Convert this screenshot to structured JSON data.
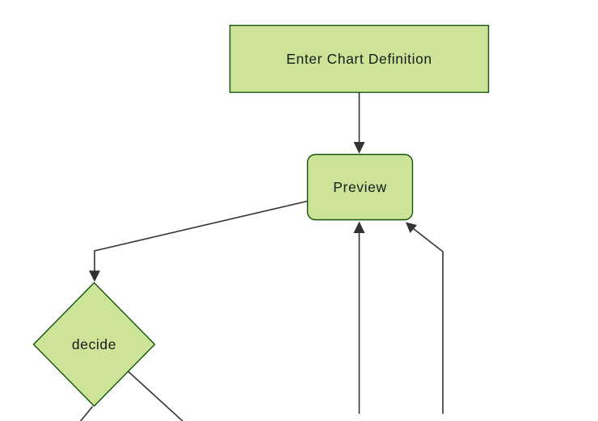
{
  "diagram": {
    "kind": "flowchart",
    "nodes": [
      {
        "id": "A",
        "label": "Enter Chart Definition",
        "shape": "rectangle"
      },
      {
        "id": "B",
        "label": "Preview",
        "shape": "rounded-rectangle"
      },
      {
        "id": "C",
        "label": "decide",
        "shape": "diamond"
      }
    ],
    "edges": [
      {
        "from": "A",
        "to": "B",
        "arrow": "to",
        "path": "vertical"
      },
      {
        "from": "B",
        "to": "C",
        "arrow": "to",
        "path": "elbow-left-down"
      },
      {
        "from": "offscreen-bottom-1",
        "to": "B",
        "arrow": "to",
        "path": "vertical-up"
      },
      {
        "from": "offscreen-bottom-2",
        "to": "B",
        "arrow": "to",
        "path": "elbow-up-left"
      },
      {
        "from": "C",
        "to": "offscreen-bottom-left",
        "arrow": "none-visible",
        "path": "diagonal"
      },
      {
        "from": "C",
        "to": "offscreen-bottom-right",
        "arrow": "none-visible",
        "path": "diagonal"
      }
    ]
  },
  "colors": {
    "canvas_bg": "#ffffff",
    "node_fill": "#cde498",
    "node_border": "#13540c",
    "edge_line": "#333333",
    "text_color": "#1a1a1a"
  }
}
